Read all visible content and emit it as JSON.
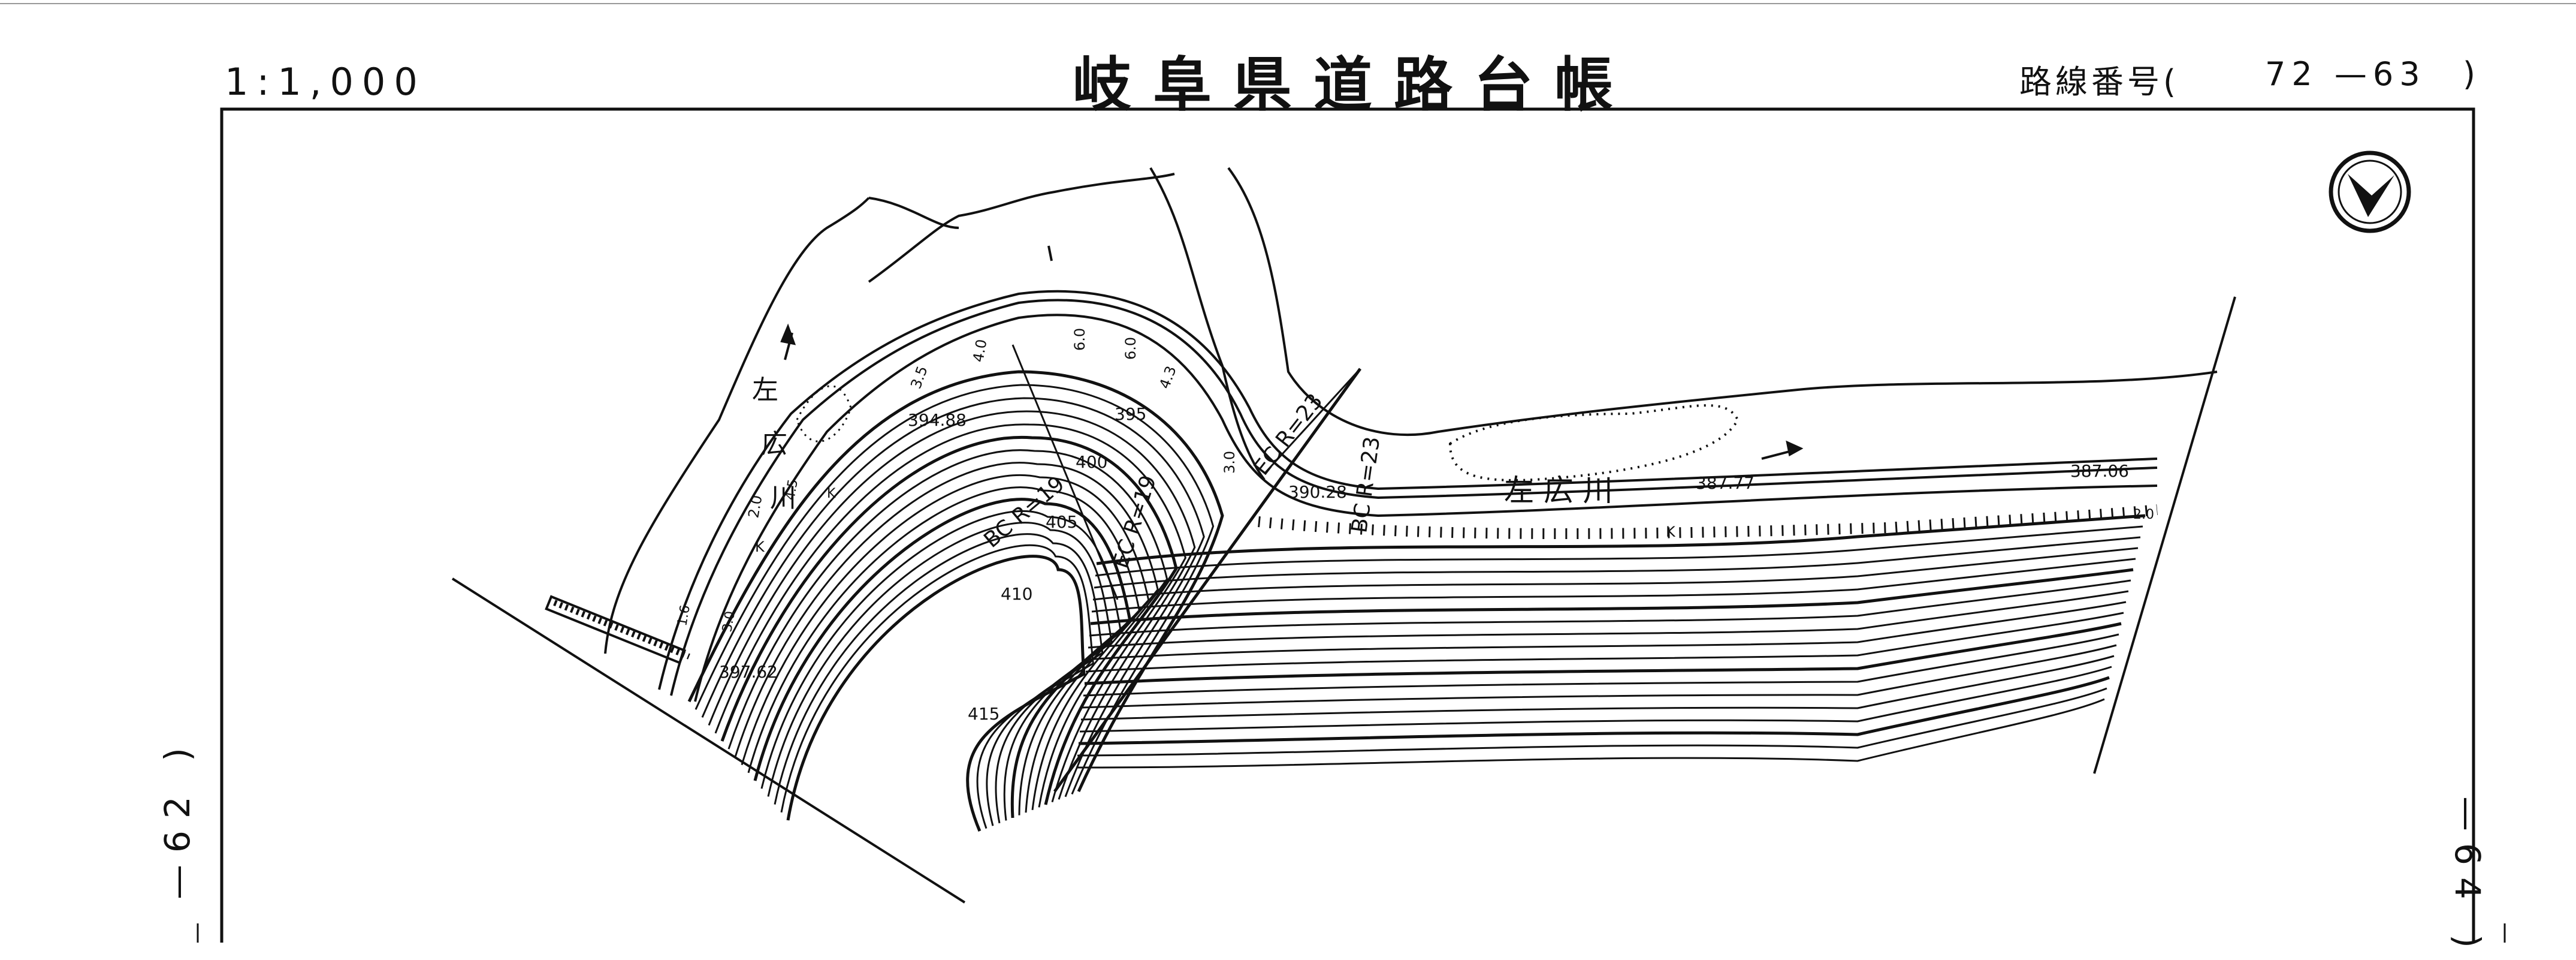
{
  "sheet": {
    "scale": "1:1,000",
    "title": "岐阜県道路台帳",
    "route_label": "路線番号(",
    "route_number": "72 —63",
    "route_close": ")",
    "adjacent_left": "—62 )",
    "adjacent_right": "—64 )"
  },
  "map": {
    "river_label_upper": [
      "左",
      "広",
      "川"
    ],
    "river_label_lower": "左 広 川",
    "curves": [
      {
        "ec": "EC R=23",
        "bc": "BC R=23"
      },
      {
        "ec": "EC R=19",
        "bc": "BC R=19"
      }
    ],
    "spot_heights": [
      "394.88",
      "390.28",
      "387.77",
      "387.06",
      "397.62"
    ],
    "contour_labels": [
      "395",
      "400",
      "405",
      "410",
      "415"
    ],
    "road_widths": [
      "3.5",
      "4.0",
      "6.0",
      "6.0",
      "4.3",
      "3.0",
      "2.0",
      "4.5",
      "3.0",
      "1.6",
      "2.0"
    ],
    "symbols": [
      "K",
      "K",
      "K"
    ],
    "north_arrow": "north-arrow-icon"
  }
}
